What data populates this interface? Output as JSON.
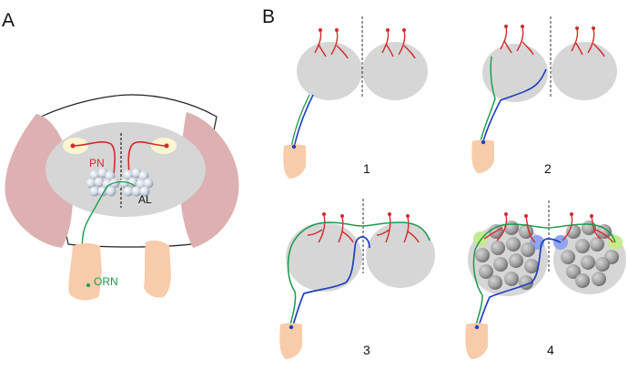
{
  "panels": {
    "a": {
      "letter": "A",
      "label_pn": "PN",
      "label_al": "AL",
      "label_orn": "ORN"
    },
    "b": {
      "letter": "B",
      "stages": [
        "1",
        "2",
        "3",
        "4"
      ]
    }
  },
  "colors": {
    "pn": "#d42a2a",
    "orn_green": "#1a9a4a",
    "orn_blue": "#1f3fbf",
    "brain": "#d6d6d6",
    "eye": "#ddb1b1",
    "antenna": "#f8ccaa",
    "glomerulus": "#a3a3a3",
    "glomerulus_highlight_green": "#c6ea8e",
    "glomerulus_highlight_blue": "#8da6ee",
    "cell_body": "#fdf6cf"
  }
}
